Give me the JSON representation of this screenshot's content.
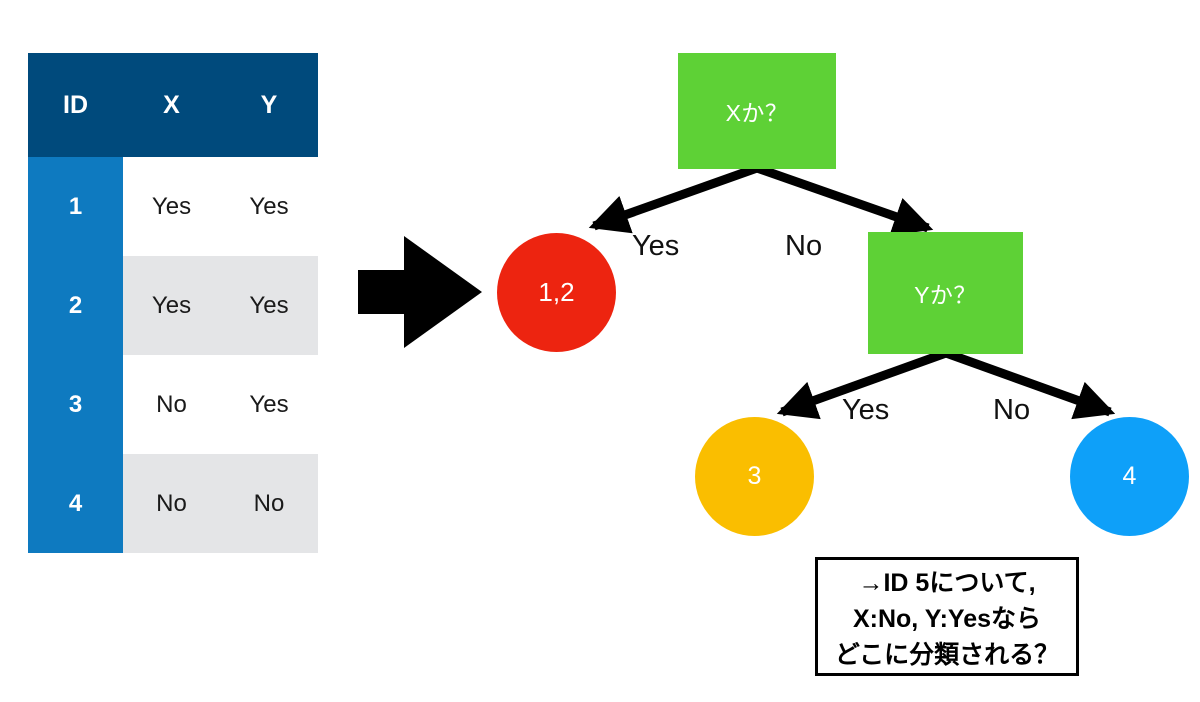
{
  "table": {
    "columns": [
      "ID",
      "X",
      "Y"
    ],
    "rows": [
      {
        "id": "1",
        "x": "Yes",
        "y": "Yes"
      },
      {
        "id": "2",
        "x": "Yes",
        "y": "Yes"
      },
      {
        "id": "3",
        "x": "No",
        "y": "Yes"
      },
      {
        "id": "4",
        "x": "No",
        "y": "No"
      }
    ],
    "header_color": "#004A7C",
    "id_color": "#0E7AC0",
    "stripe_color": "#E4E5E7"
  },
  "flow": {
    "arrow_icon": "right-block-arrow",
    "arrow_color": "#000000"
  },
  "tree": {
    "root": {
      "label": "Xか？",
      "color": "#5ED136"
    },
    "branch": {
      "label": "Yか？",
      "color": "#5ED136"
    },
    "leaves": [
      {
        "label": "1,2",
        "color": "#ED2410"
      },
      {
        "label": "3",
        "color": "#FABE00"
      },
      {
        "label": "4",
        "color": "#0EA0F9"
      }
    ],
    "edge_labels": {
      "root_yes": "Yes",
      "root_no": "No",
      "branch_yes": "Yes",
      "branch_no": "No"
    },
    "edge_color": "#000000"
  },
  "note": {
    "lines": [
      "→ID 5について,",
      "X:No, Y:Yesなら",
      "どこに分類される？"
    ],
    "border_color": "#000000"
  }
}
